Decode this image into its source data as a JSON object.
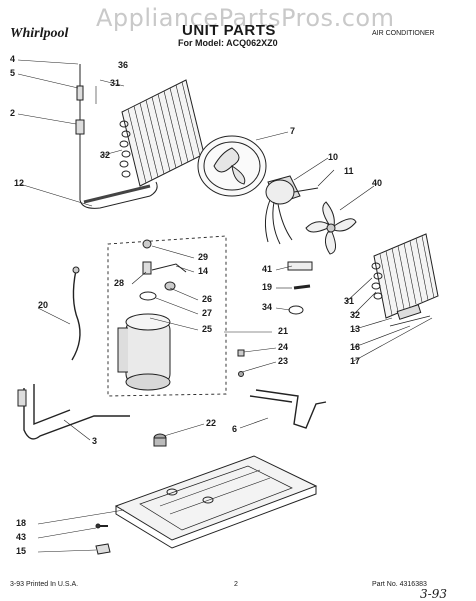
{
  "header": {
    "watermark": "AppliancePartsPros.com",
    "brand_logo": "Whirlpool",
    "title": "UNIT PARTS",
    "model_line": "For Model: ACQ062XZ0",
    "category": "AIR CONDITIONER"
  },
  "footer": {
    "printed": "3-93 Printed In U.S.A.",
    "page": "2",
    "part_no": "Part No. 4316383",
    "handwritten": "3-93"
  },
  "callouts": {
    "c1": "4",
    "c2": "5",
    "c3": "36",
    "c4": "31",
    "c5": "2",
    "c6": "32",
    "c7": "7",
    "c8": "10",
    "c9": "11",
    "c10": "40",
    "c11": "12",
    "c12": "29",
    "c13": "14",
    "c14": "28",
    "c15": "26",
    "c16": "27",
    "c17": "25",
    "c18": "41",
    "c19": "19",
    "c20": "20",
    "c21": "34",
    "c22": "21",
    "c23": "31",
    "c24": "32",
    "c25": "13",
    "c26": "16",
    "c27": "17",
    "c28": "24",
    "c29": "23",
    "c30": "22",
    "c31": "3",
    "c32": "6",
    "c33": "18",
    "c34": "43",
    "c35": "15"
  }
}
